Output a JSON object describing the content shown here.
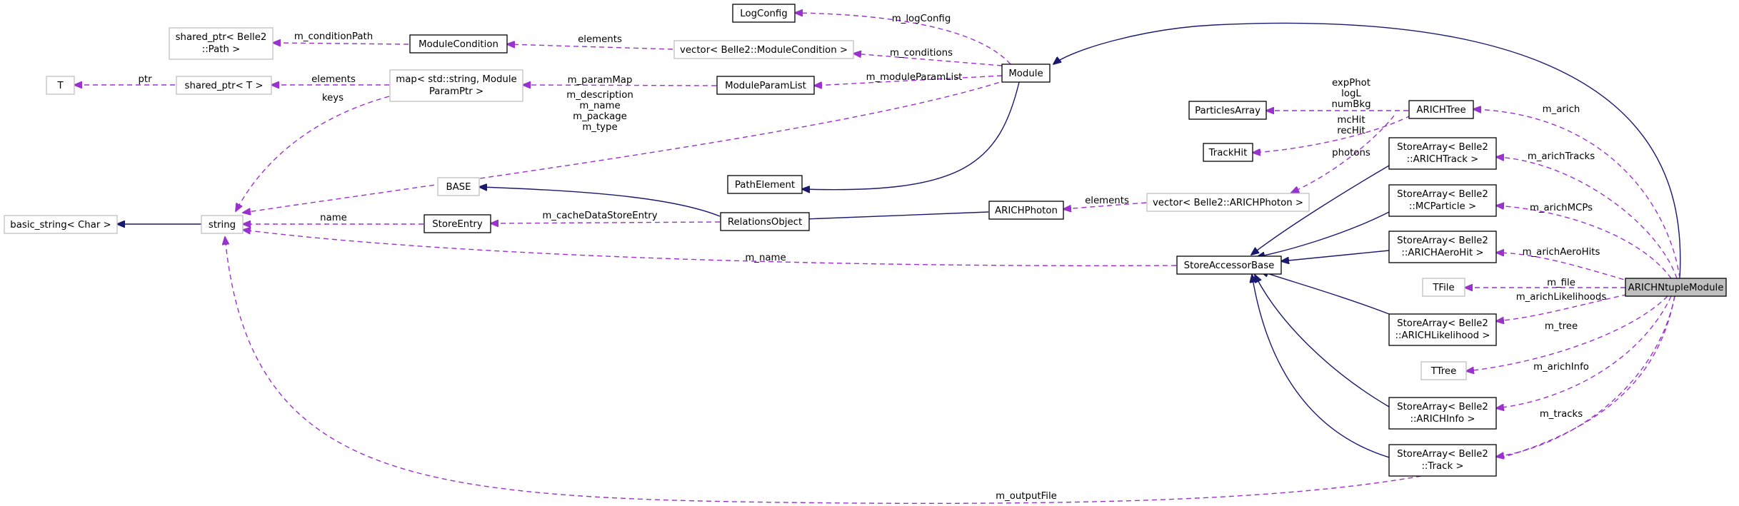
{
  "colors": {
    "inheritance": "#191970",
    "usage": "#9a32cd",
    "focus_fill": "#bfbfbf",
    "external_border": "#bfbfbf"
  },
  "nodes": {
    "arichntuple": "ARICHNtupleModule",
    "module": "Module",
    "logconfig": "LogConfig",
    "modulecondition": "ModuleCondition",
    "shared_path_1": "shared_ptr< Belle2",
    "shared_path_2": "::Path >",
    "vec_modcond": "vector< Belle2::ModuleCondition >",
    "t": "T",
    "shared_t": "shared_ptr< T >",
    "map_1": "map< std::string, Module",
    "map_2": "ParamPtr >",
    "moduleparamlist": "ModuleParamList",
    "pathelement": "PathElement",
    "basic_string": "basic_string< Char >",
    "string": "string",
    "base": "BASE",
    "storeentry": "StoreEntry",
    "relationsobject": "RelationsObject",
    "arichphoton": "ARICHPhoton",
    "vec_arichphoton": "vector< Belle2::ARICHPhoton >",
    "particlesarray": "ParticlesArray",
    "trackhit": "TrackHit",
    "arichtree": "ARICHTree",
    "storeaccessorbase": "StoreAccessorBase",
    "sa_arichtrack_1": "StoreArray< Belle2",
    "sa_arichtrack_2": "::ARICHTrack >",
    "sa_mcparticle_1": "StoreArray< Belle2",
    "sa_mcparticle_2": "::MCParticle >",
    "sa_aerohit_1": "StoreArray< Belle2",
    "sa_aerohit_2": "::ARICHAeroHit >",
    "tfile": "TFile",
    "sa_likelihood_1": "StoreArray< Belle2",
    "sa_likelihood_2": "::ARICHLikelihood >",
    "ttree": "TTree",
    "sa_info_1": "StoreArray< Belle2",
    "sa_info_2": "::ARICHInfo >",
    "sa_track_1": "StoreArray< Belle2",
    "sa_track_2": "::Track >"
  },
  "edge_labels": {
    "m_logConfig": "m_logConfig",
    "m_conditionPath": "m_conditionPath",
    "elements_modcond": "elements",
    "m_conditions": "m_conditions",
    "ptr": "ptr",
    "elements_shared": "elements",
    "m_paramMap": "m_paramMap",
    "m_moduleParamList": "m_moduleParamList",
    "keys": "keys",
    "module_strings_1": "m_description",
    "module_strings_2": "m_name",
    "module_strings_3": "m_package",
    "module_strings_4": "m_type",
    "name": "name",
    "m_cacheDataStoreEntry": "m_cacheDataStoreEntry",
    "elements_photon": "elements",
    "m_name": "m_name",
    "m_outputFile": "m_outputFile",
    "tree_particles_1": "expPhot",
    "tree_particles_2": "logL",
    "tree_particles_3": "numBkg",
    "tree_trackhit_1": "mcHit",
    "tree_trackhit_2": "recHit",
    "photons": "photons",
    "m_arich": "m_arich",
    "m_arichTracks": "m_arichTracks",
    "m_arichMCPs": "m_arichMCPs",
    "m_arichAeroHits": "m_arichAeroHits",
    "m_file": "m_file",
    "m_arichLikelihoods": "m_arichLikelihoods",
    "m_tree": "m_tree",
    "m_arichInfo": "m_arichInfo",
    "m_tracks": "m_tracks"
  }
}
